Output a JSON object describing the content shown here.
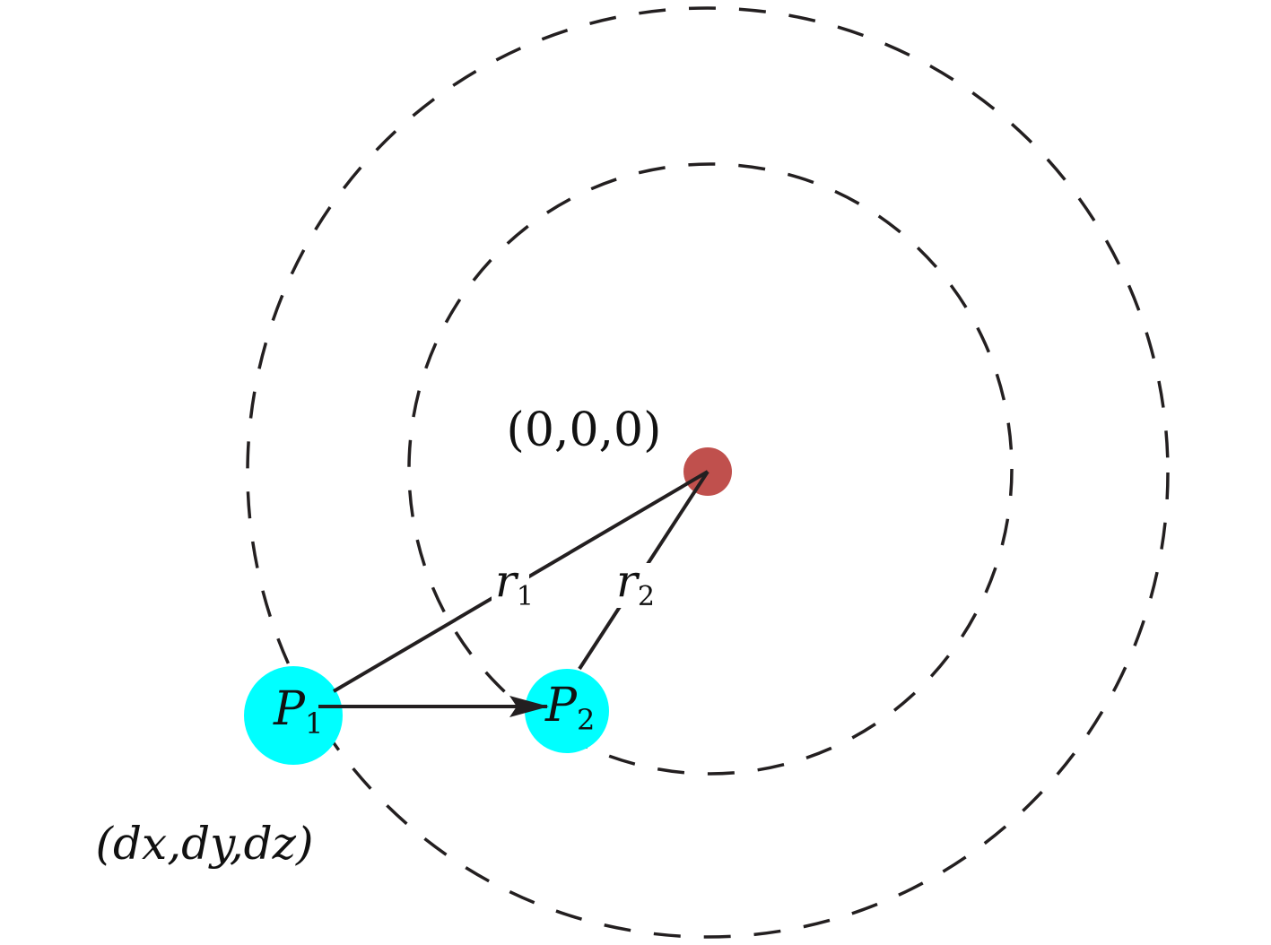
{
  "origin": {
    "coord_label": "(0,0,0)",
    "color": "#c0504d"
  },
  "points": [
    {
      "label": "P",
      "subscript": "1",
      "color": "#00ffff"
    },
    {
      "label": "P",
      "subscript": "2",
      "color": "#00ffff"
    }
  ],
  "p1_coord_label": "(dx,dy,dz)",
  "radii": [
    {
      "label": "r",
      "subscript": "1"
    },
    {
      "label": "r",
      "subscript": "2"
    }
  ],
  "line_color": "#231f20"
}
